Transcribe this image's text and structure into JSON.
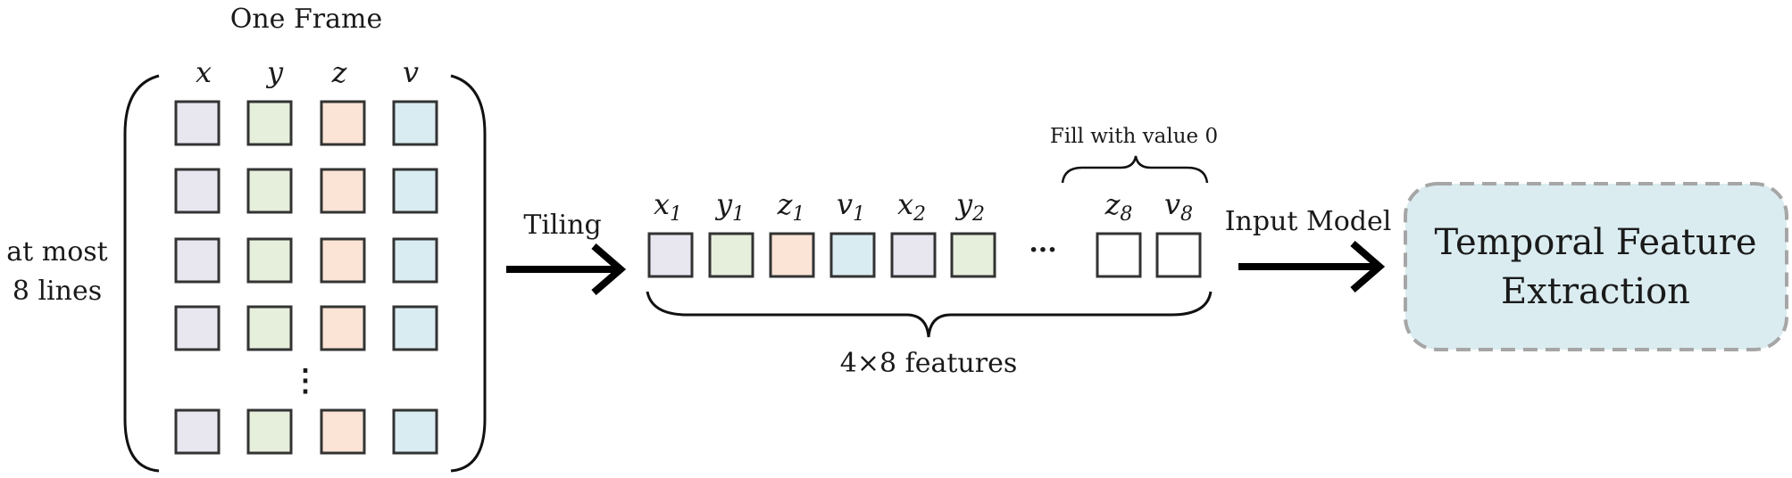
{
  "frame": {
    "title": "One Frame",
    "columns": [
      "x",
      "y",
      "z",
      "v"
    ],
    "side_label_line1": "at most",
    "side_label_line2": "8 lines",
    "visible_rows": 5,
    "vertical_ellipsis": "⋮"
  },
  "tiling": {
    "arrow_label": "Tiling",
    "subscripted_labels": [
      {
        "base": "x",
        "sub": "1"
      },
      {
        "base": "y",
        "sub": "1"
      },
      {
        "base": "z",
        "sub": "1"
      },
      {
        "base": "v",
        "sub": "1"
      },
      {
        "base": "x",
        "sub": "2"
      },
      {
        "base": "y",
        "sub": "2"
      }
    ],
    "ellipsis": "···",
    "fill_labels": [
      {
        "base": "z",
        "sub": "8"
      },
      {
        "base": "v",
        "sub": "8"
      }
    ],
    "fill_note": "Fill with value 0",
    "feature_count": "4×8 features"
  },
  "model": {
    "arrow_label": "Input Model",
    "box_line1": "Temporal Feature",
    "box_line2": "Extraction"
  },
  "colors": {
    "x": "#e8e6ef",
    "y": "#e6efdc",
    "z": "#fbe4d6",
    "v": "#d9ecf1",
    "empty": "#ffffff",
    "box_fill": "#daecf0",
    "box_border": "#a6a6a6"
  }
}
